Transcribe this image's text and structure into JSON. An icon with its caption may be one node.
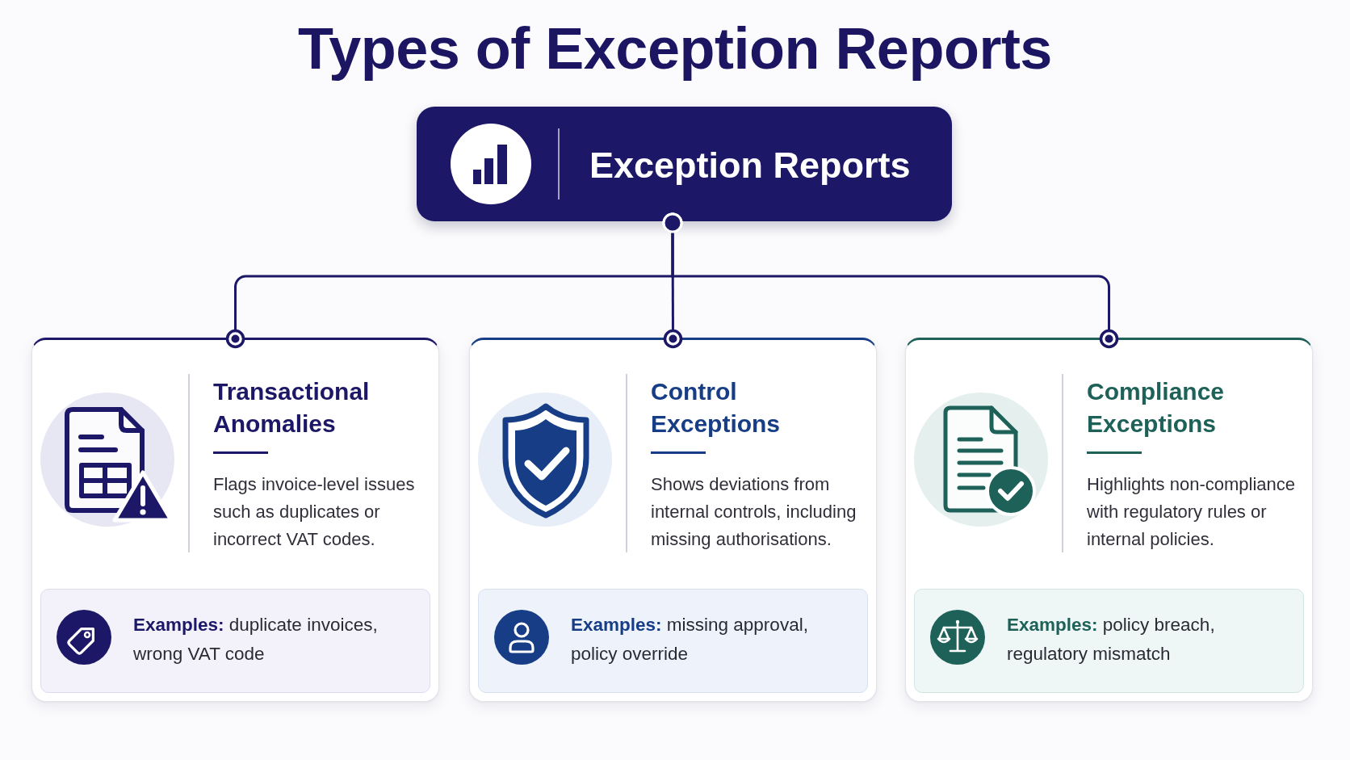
{
  "diagram": {
    "title": "Types of Exception Reports",
    "nodes": [
      {
        "text": [
          "Exception Reports"
        ]
      },
      {
        "text": [
          "Transactional Anomalies",
          "Flags invoice-level issues such as duplicates or incorrect VAT codes."
        ]
      },
      {
        "text": [
          "**Examples:** duplicate invoices, wrong VAT code"
        ],
        "in": 1
      },
      {
        "text": [
          "Control Exceptions",
          "Shows deviations from internal controls, including missing authorisations."
        ]
      },
      {
        "text": [
          "**Examples:** missing approval, policy override"
        ],
        "in": 3
      },
      {
        "text": [
          "Compliance Exceptions",
          "Highlights non-compliance with regulatory rules or internal policies."
        ]
      },
      {
        "text": [
          "**Examples:** policy breach, regulatory mismatch"
        ],
        "in": 5
      }
    ],
    "edges": [
      {
        "from": 0,
        "to": 1,
        "arrow": "other"
      },
      {
        "from": 0,
        "to": 3,
        "arrow": "other"
      },
      {
        "from": 0,
        "to": 5,
        "arrow": "other"
      }
    ]
  }
}
